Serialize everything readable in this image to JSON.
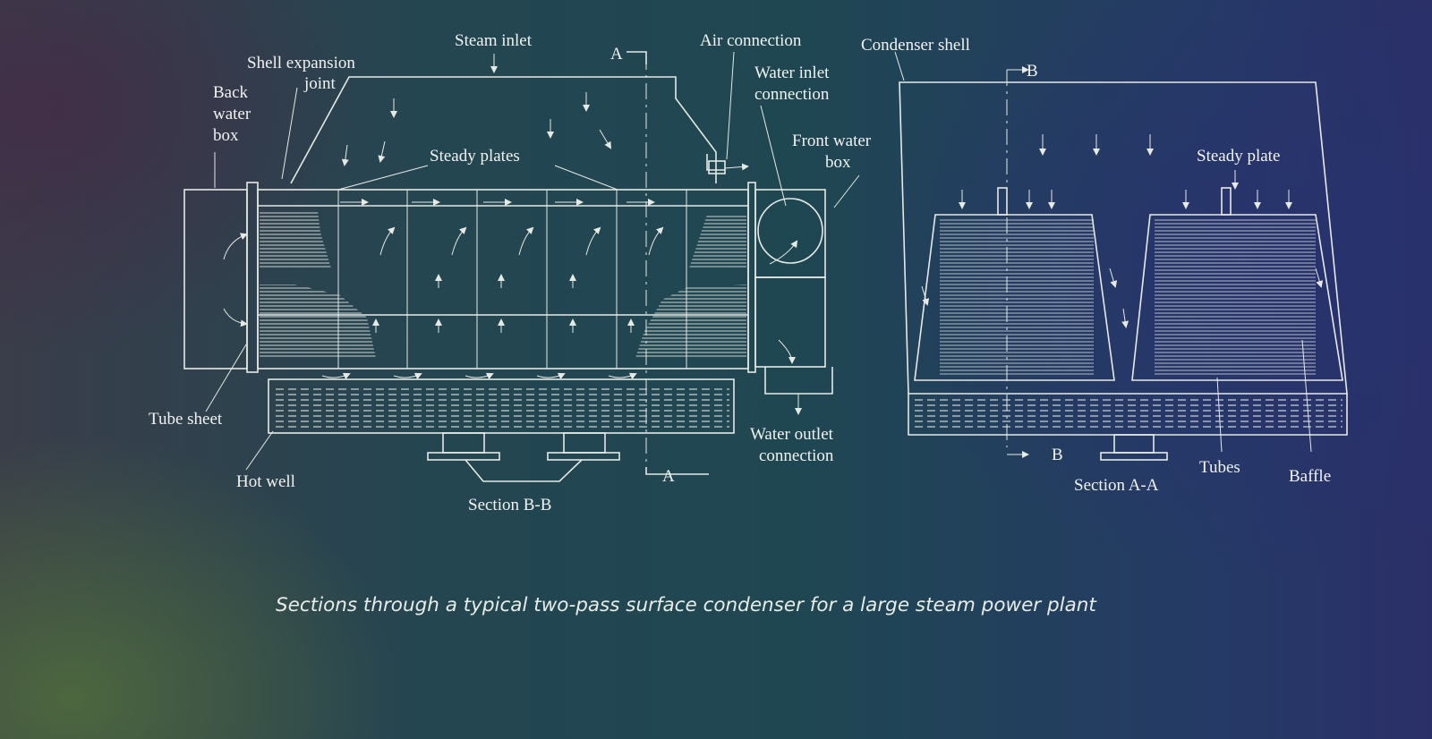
{
  "caption": "Sections through a typical two-pass surface condenser for a large steam power plant",
  "labels": {
    "steam_inlet": "Steam inlet",
    "section_marker_a_top": "A",
    "air_connection": "Air connection",
    "condenser_shell": "Condenser shell",
    "shell_expansion_joint_1": "Shell expansion",
    "shell_expansion_joint_2": "joint",
    "back_water_box_1": "Back",
    "back_water_box_2": "water",
    "back_water_box_3": "box",
    "water_inlet_connection_1": "Water inlet",
    "water_inlet_connection_2": "connection",
    "section_marker_b_top": "B",
    "steady_plates": "Steady plates",
    "front_water_box_1": "Front water",
    "front_water_box_2": "box",
    "steady_plate": "Steady plate",
    "tube_sheet": "Tube sheet",
    "water_outlet_connection_1": "Water outlet",
    "water_outlet_connection_2": "connection",
    "section_marker_b_bottom": "B",
    "tubes": "Tubes",
    "baffle": "Baffle",
    "hot_well": "Hot well",
    "section_marker_a_bottom": "A",
    "section_a_a": "Section A-A",
    "section_b_b": "Section B-B"
  }
}
